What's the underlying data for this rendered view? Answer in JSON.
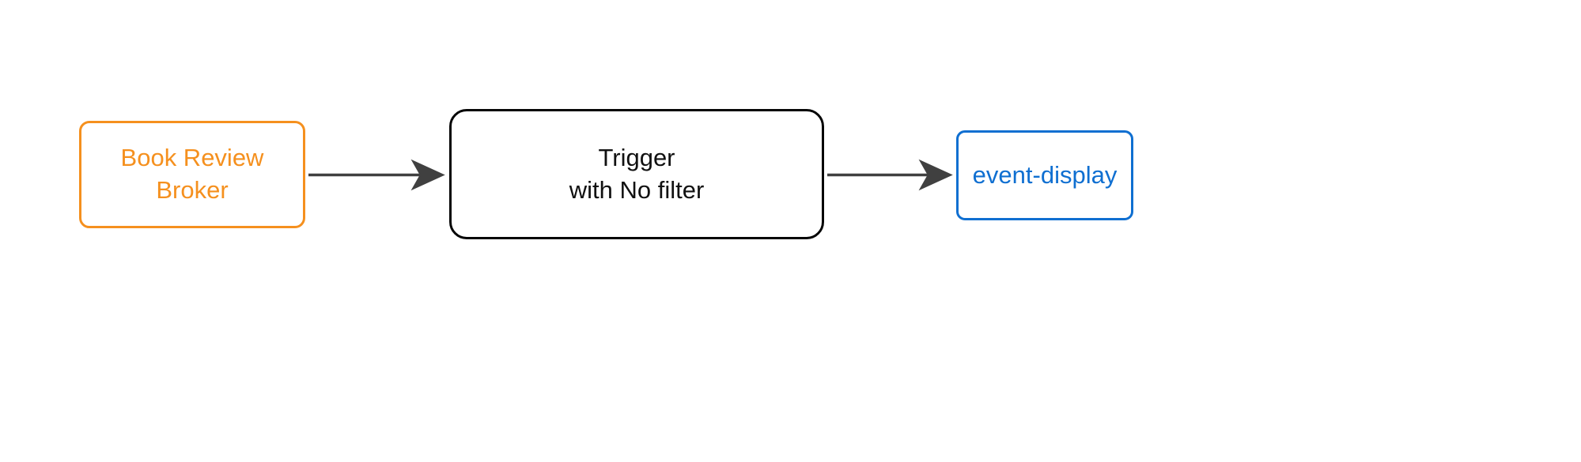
{
  "diagram": {
    "type": "flowchart",
    "direction": "left-to-right",
    "background_color": "#ffffff",
    "nodes": [
      {
        "id": "broker",
        "name": "book-review-broker",
        "lines": [
          "Book Review",
          "Broker"
        ],
        "line1": "Book Review",
        "line2": "Broker",
        "shape": "rounded-rectangle",
        "border_color": "#f5901e",
        "text_color": "#f5901e",
        "fill_color": "#ffffff",
        "role": "source"
      },
      {
        "id": "trigger",
        "name": "trigger-with-no-filter",
        "lines": [
          "Trigger",
          "with No filter"
        ],
        "line1": "Trigger",
        "line2": "with No filter",
        "shape": "rounded-rectangle",
        "border_color": "#050505",
        "text_color": "#111111",
        "fill_color": "#ffffff",
        "role": "processor"
      },
      {
        "id": "event-display",
        "name": "event-display",
        "lines": [
          "event-display"
        ],
        "line1": "event-display",
        "shape": "rounded-rectangle",
        "border_color": "#0f6fd1",
        "text_color": "#0f6fd1",
        "fill_color": "#ffffff",
        "role": "sink"
      }
    ],
    "edges": [
      {
        "id": "edge-broker-to-trigger",
        "from": "broker",
        "to": "trigger",
        "label": "",
        "style": "solid",
        "color": "#404040",
        "arrowhead": "filled-triangle"
      },
      {
        "id": "edge-trigger-to-event-display",
        "from": "trigger",
        "to": "event-display",
        "label": "",
        "style": "solid",
        "color": "#404040",
        "arrowhead": "filled-triangle"
      }
    ]
  }
}
